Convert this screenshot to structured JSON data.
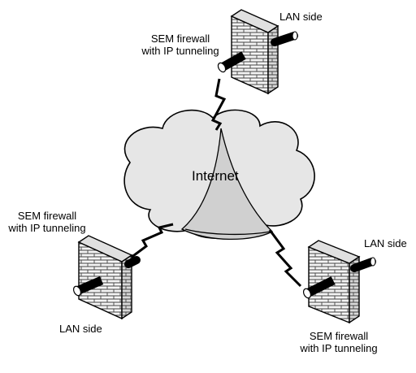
{
  "cloud_label": "Internet",
  "sites": [
    {
      "firewall_line1": "SEM firewall",
      "firewall_line2": "with IP tunneling",
      "lan_label": "LAN side"
    },
    {
      "firewall_line1": "SEM firewall",
      "firewall_line2": "with IP tunneling",
      "lan_label": "LAN side"
    },
    {
      "firewall_line1": "SEM firewall",
      "firewall_line2": "with IP tunneling",
      "lan_label": "LAN side"
    }
  ],
  "colors": {
    "cloud_fill": "#e6e6e6",
    "wall_fill": "#f2f2f2",
    "stroke": "#000000"
  }
}
